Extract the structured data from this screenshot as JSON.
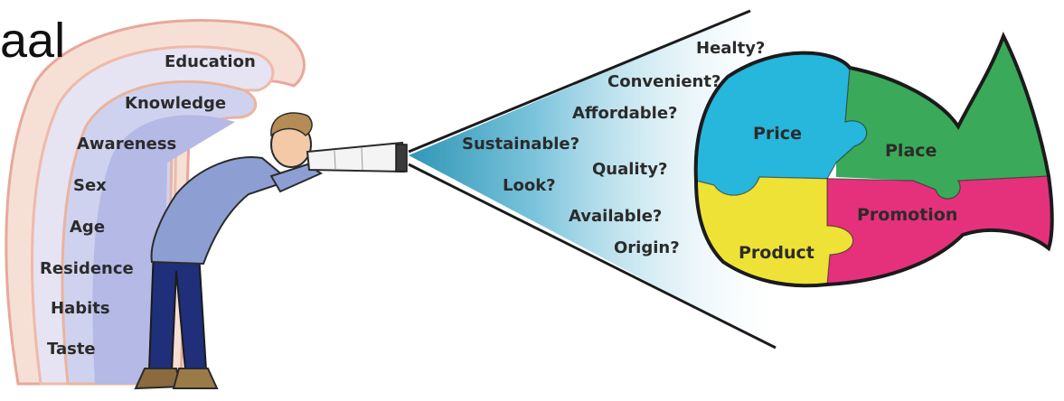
{
  "title_fragment": "aal",
  "person_layers": [
    "Education",
    "Knowledge",
    "Awareness",
    "Sex",
    "Age",
    "Residence",
    "Habits",
    "Taste"
  ],
  "questions": [
    "Healty?",
    "Convenient?",
    "Affordable?",
    "Sustainable?",
    "Quality?",
    "Look?",
    "Available?",
    "Origin?"
  ],
  "puzzle_pieces": {
    "price": "Price",
    "place": "Place",
    "product": "Product",
    "promotion": "Promotion"
  },
  "colors": {
    "price": "#27b6dc",
    "place": "#3aa95a",
    "product": "#eee236",
    "promotion": "#e5317b",
    "beam": "#4fb1d0",
    "layer_outer": "#f2c7b8",
    "layer_mid": "#d9d9ef",
    "layer_inner": "#b9bde8"
  }
}
